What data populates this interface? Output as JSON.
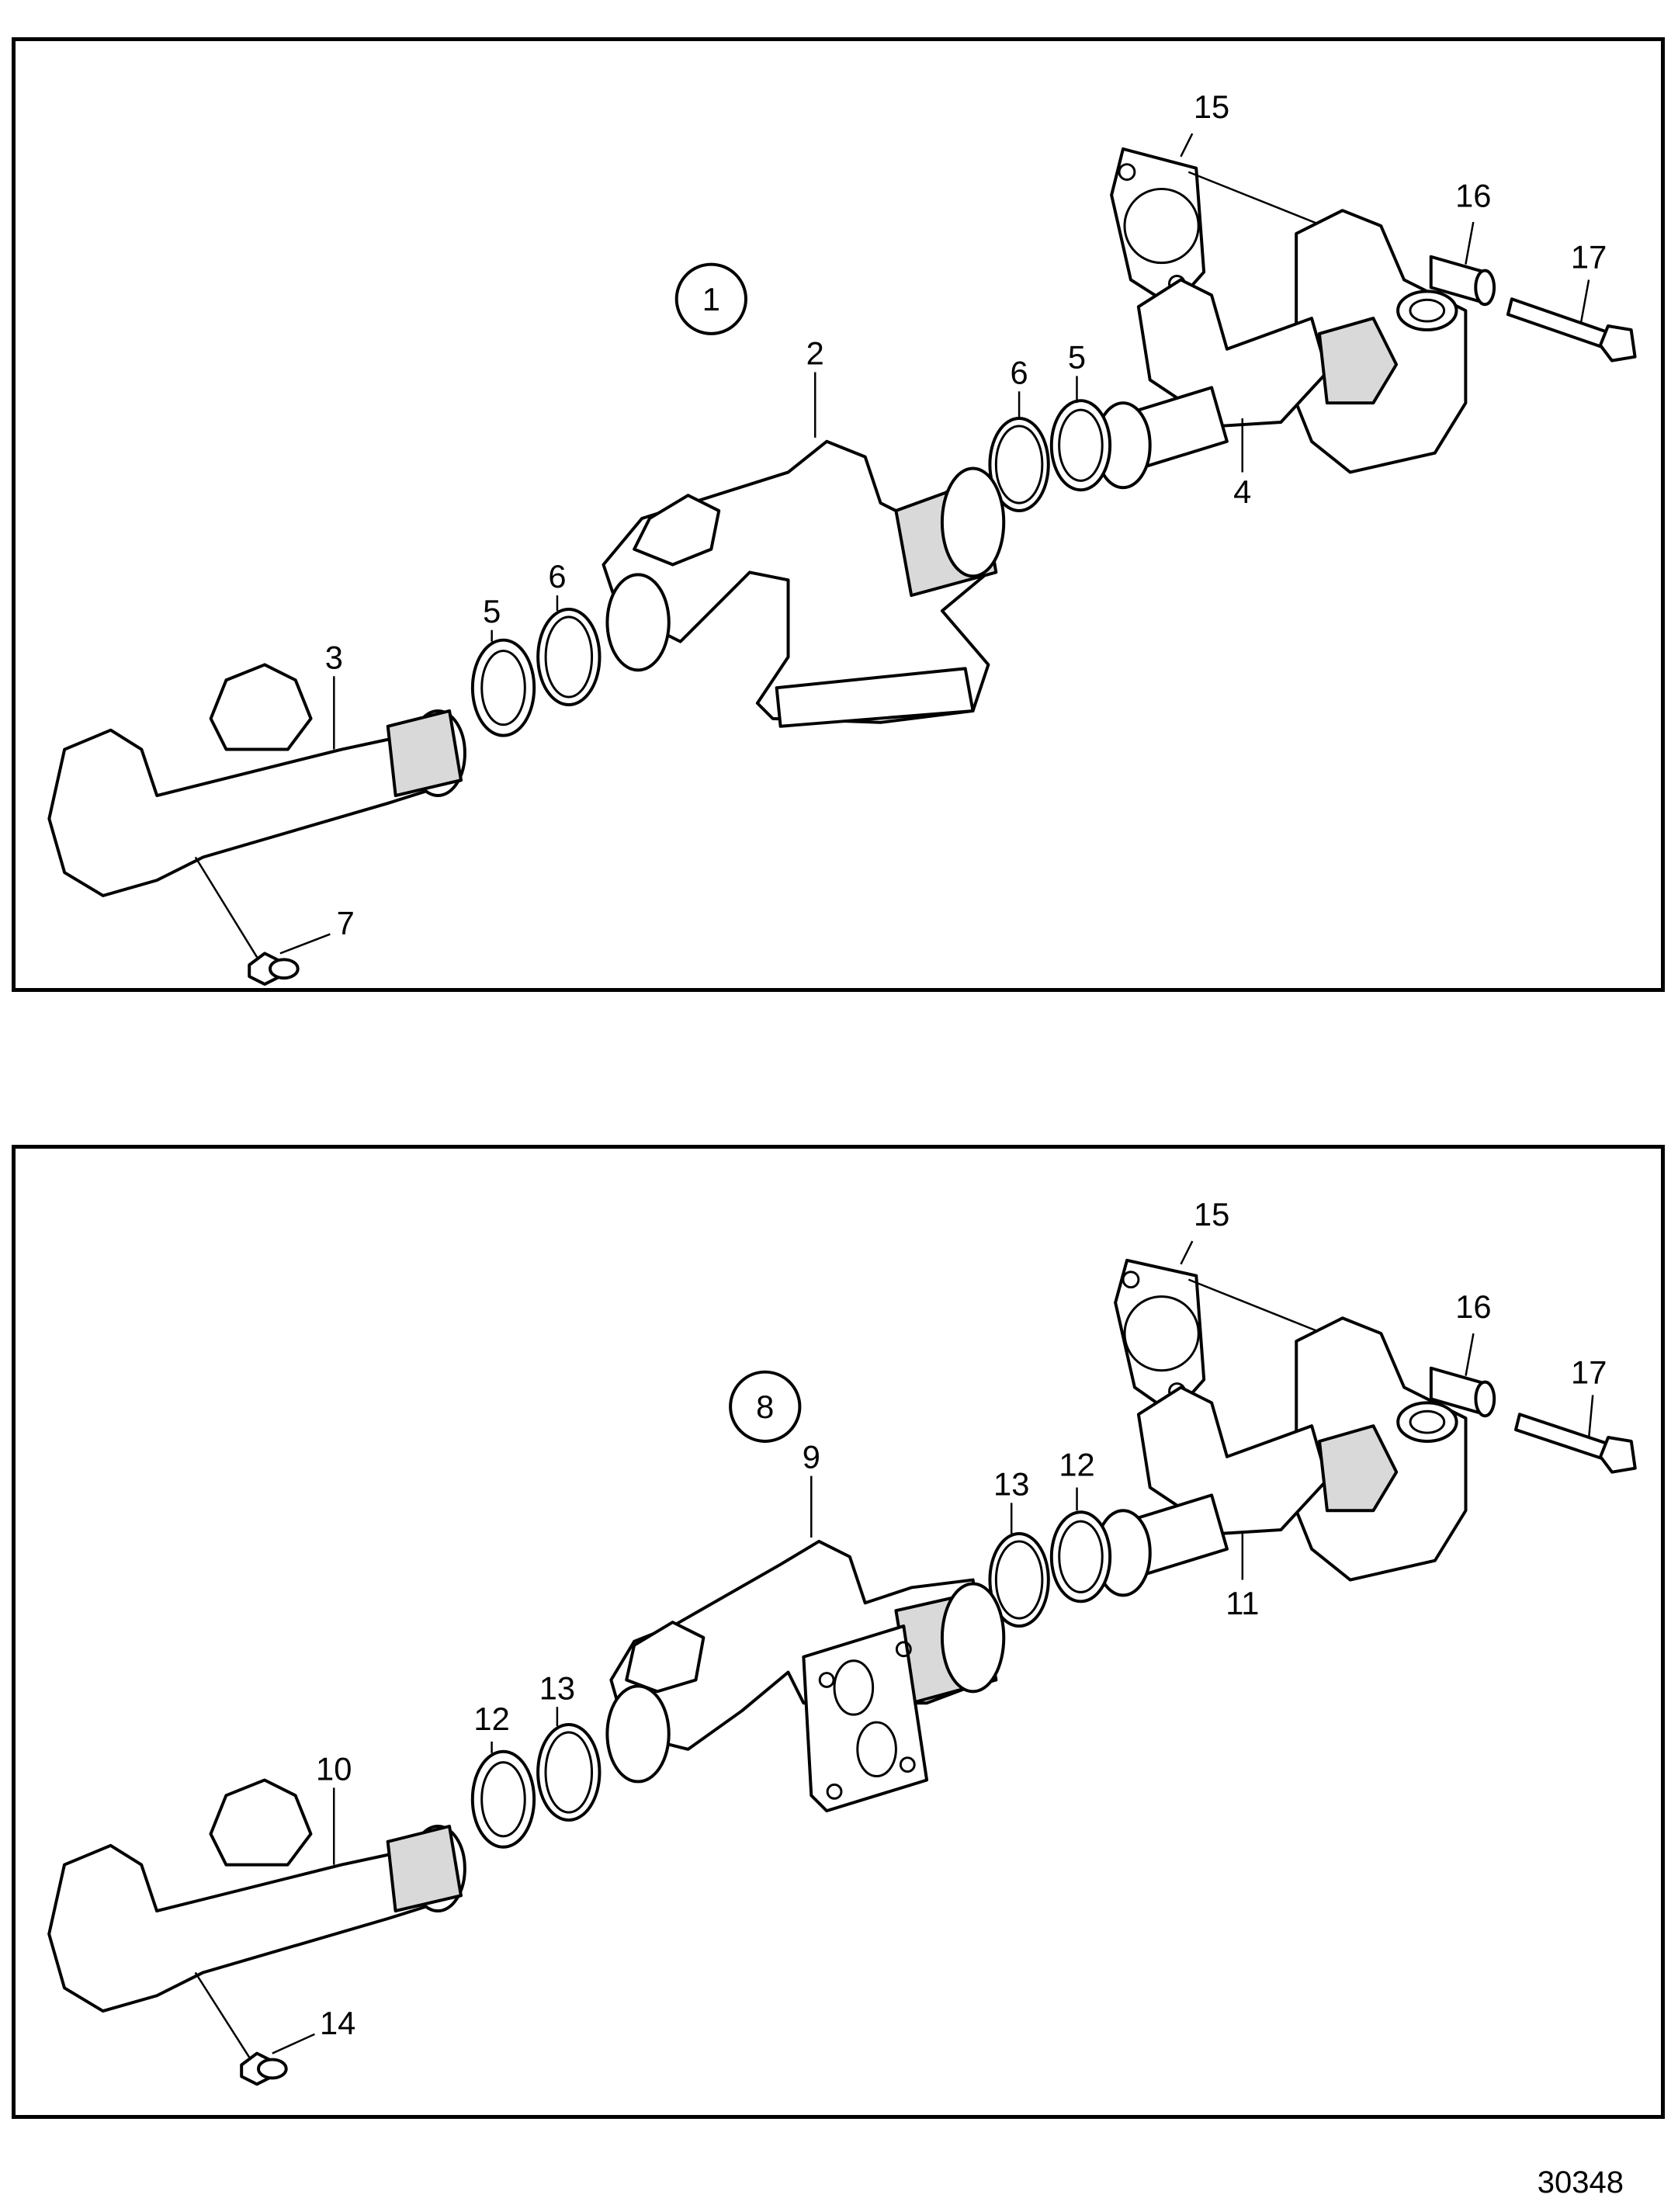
{
  "figure_number": "30348",
  "panels": [
    {
      "assembly_label": "1",
      "callouts": {
        "c15": "15",
        "c16": "16",
        "c17": "17",
        "c2": "2",
        "c6a": "6",
        "c5a": "5",
        "c4": "4",
        "c5b": "5",
        "c6b": "6",
        "c3": "3",
        "c7": "7"
      }
    },
    {
      "assembly_label": "8",
      "callouts": {
        "c15": "15",
        "c16": "16",
        "c17": "17",
        "c9": "9",
        "c13a": "13",
        "c12a": "12",
        "c11": "11",
        "c12b": "12",
        "c13b": "13",
        "c10": "10",
        "c14": "14"
      }
    }
  ]
}
